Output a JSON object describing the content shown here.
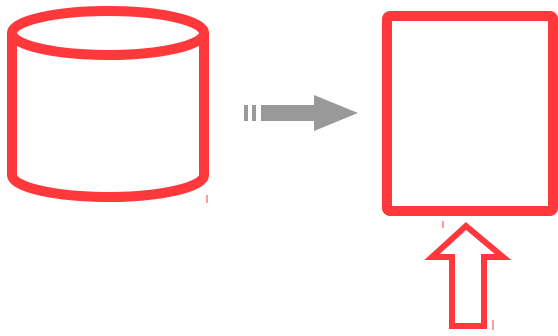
{
  "colors": {
    "accent": "#ff383c",
    "arrow_gray": "#999999",
    "background": "#ffffff"
  },
  "diagram": {
    "shapes": [
      {
        "id": "database-cylinder",
        "icon": "database-icon"
      },
      {
        "id": "rectangle-box",
        "icon": "box-icon"
      }
    ],
    "connectors": [
      {
        "id": "flow-arrow-right",
        "icon": "arrow-right-icon",
        "from": "database-cylinder",
        "to": "rectangle-box"
      },
      {
        "id": "input-arrow-up",
        "icon": "arrow-up-icon",
        "to": "rectangle-box"
      }
    ]
  }
}
